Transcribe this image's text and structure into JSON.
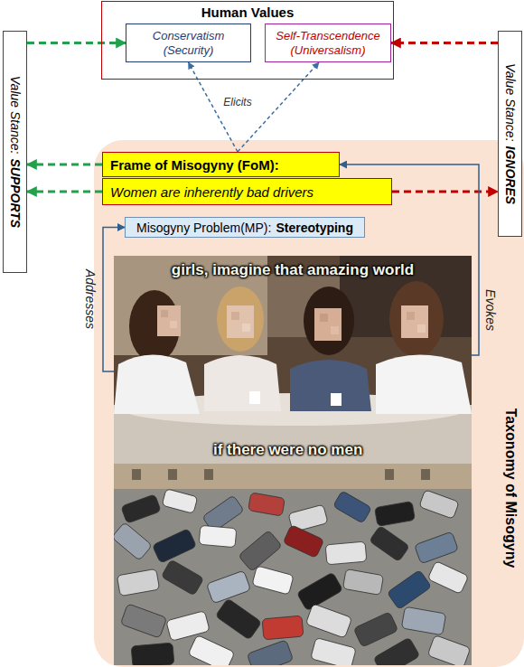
{
  "diagram": {
    "nodes": [
      {
        "text": [
          "Human Values"
        ]
      },
      {
        "text": [
          "Conservatism (Security)"
        ],
        "in": 0
      },
      {
        "text": [
          "Self-Transcendence (Universalism)"
        ],
        "in": 0
      },
      {
        "text": [
          "Value Stance:",
          "SUPPORTS"
        ]
      },
      {
        "text": [
          "Value Stance:",
          "IGNORES"
        ]
      },
      {
        "text": [
          "Taxonomy of Misogyny"
        ]
      },
      {
        "text": [
          "Frame of Misogyny (FoM):"
        ],
        "in": 5
      },
      {
        "text": [
          "Women are inherently bad drivers"
        ],
        "in": 5
      },
      {
        "text": [
          "Misogyny Problem(MP):",
          "Stereotyping"
        ],
        "in": 5
      },
      {
        "text": [
          "girls, imagine that amazing world",
          "if there were no men"
        ],
        "in": 5
      }
    ],
    "edges": [
      {
        "from": 6,
        "to": 1,
        "arrow": "to"
      },
      {
        "from": 6,
        "to": 2,
        "arrow": "to"
      },
      {
        "from": 3,
        "to": 1,
        "arrow": "to"
      },
      {
        "from": 6,
        "to": 3,
        "arrow": "to"
      },
      {
        "from": 7,
        "to": 3,
        "arrow": "to"
      },
      {
        "from": 4,
        "to": 2,
        "arrow": "to"
      },
      {
        "from": 7,
        "to": 4,
        "arrow": "to"
      },
      {
        "from": 9,
        "to": 8,
        "label": "Addresses",
        "arrow": "to"
      },
      {
        "from": 9,
        "to": 6,
        "label": "Evokes",
        "arrow": "to"
      }
    ],
    "labels": [
      "Elicits"
    ]
  }
}
